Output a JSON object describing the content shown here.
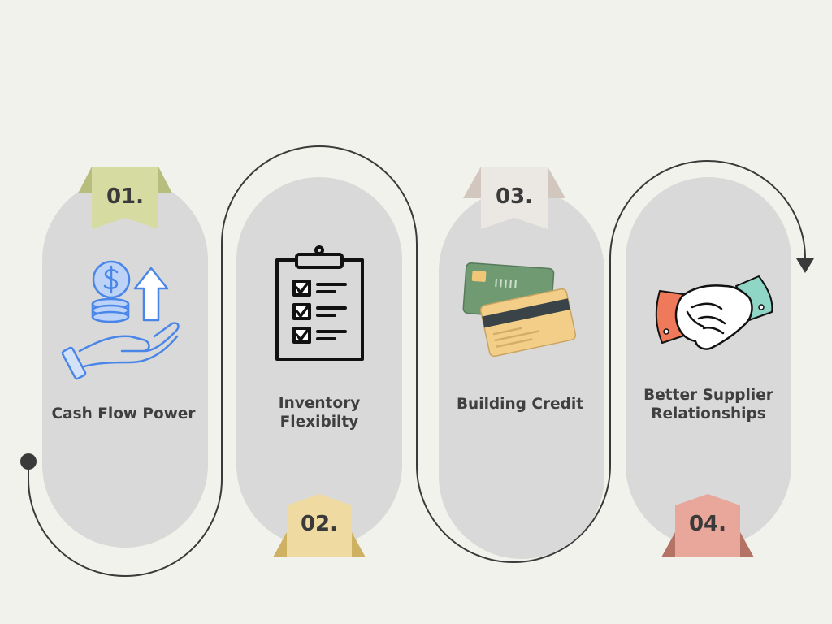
{
  "steps": [
    {
      "number": "01.",
      "title": "Cash Flow Power",
      "icon": "hand-coins-arrow-icon",
      "badge_color": "#d6dba2",
      "badge_fold_color": "#b7bd7c"
    },
    {
      "number": "02.",
      "title": "Inventory\nFlexibilty",
      "icon": "clipboard-checklist-icon",
      "badge_color": "#efdba2",
      "badge_fold_color": "#cfb162"
    },
    {
      "number": "03.",
      "title": "Building Credit",
      "icon": "credit-cards-icon",
      "badge_color": "#ebe7e2",
      "badge_fold_color": "#d1c7be"
    },
    {
      "number": "04.",
      "title": "Better Supplier\nRelationships",
      "icon": "handshake-icon",
      "badge_color": "#e8a79a",
      "badge_fold_color": "#b57366"
    }
  ],
  "colors": {
    "background": "#f2f2ec",
    "pill": "#d9d9d9",
    "connector": "#3a3a3a",
    "text": "#3f3f3f"
  }
}
